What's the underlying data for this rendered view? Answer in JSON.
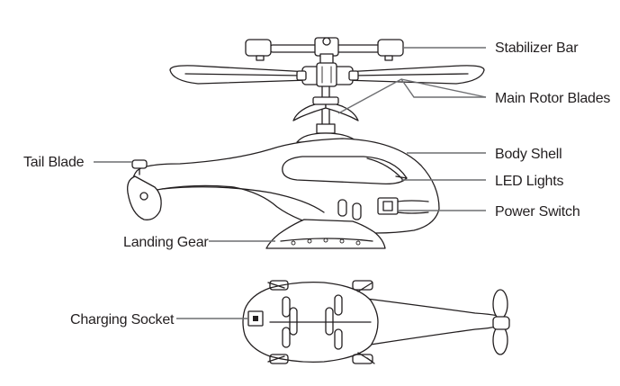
{
  "labels": {
    "stabilizer_bar": "Stabilizer Bar",
    "main_rotor_blades": "Main Rotor Blades",
    "body_shell": "Body Shell",
    "led_lights": "LED Lights",
    "power_switch": "Power Switch",
    "tail_blade": "Tail Blade",
    "landing_gear": "Landing Gear",
    "charging_socket": "Charging Socket"
  },
  "colors": {
    "ink": "#231f20",
    "leader": "#6d6e71",
    "background": "#ffffff"
  }
}
